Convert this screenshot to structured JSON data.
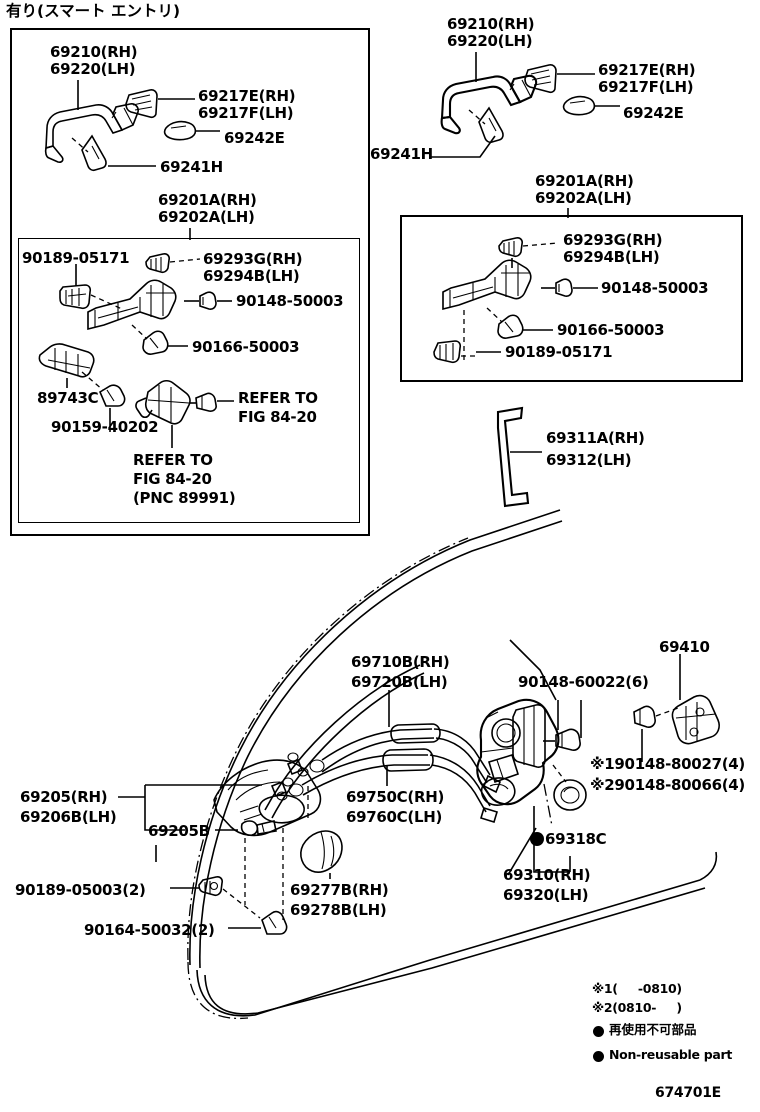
{
  "document": {
    "title": "有り(スマート エントリ)",
    "figure_id": "674701E"
  },
  "panels": {
    "left_outer_label": "",
    "right_outer_label": ""
  },
  "labels": {
    "l_handle_rh": "69210(RH)",
    "l_handle_lh": "69220(LH)",
    "l_cover_rh": "69217E(RH)",
    "l_cover_lh": "69217F(LH)",
    "l_69242e": "69242E",
    "l_69241h": "69241H",
    "l_frame_rh": "69201A(RH)",
    "l_frame_lh": "69202A(LH)",
    "l_90189_05171": "90189-05171",
    "l_69293g": "69293G(RH)",
    "l_69294b": "69294B(LH)",
    "l_90148_50003": "90148-50003",
    "l_90166_50003": "90166-50003",
    "l_89743c": "89743C",
    "l_90159_40202": "90159-40202",
    "l_refer1_a": "REFER TO",
    "l_refer1_b": "FIG 84-20",
    "l_refer2_a": "REFER TO",
    "l_refer2_b": "FIG 84-20",
    "l_refer2_c": "(PNC 89991)",
    "r_handle_rh": "69210(RH)",
    "r_handle_lh": "69220(LH)",
    "r_cover_rh": "69217E(RH)",
    "r_cover_lh": "69217F(LH)",
    "r_69242e": "69242E",
    "r_69241h": "69241H",
    "r_frame_rh": "69201A(RH)",
    "r_frame_lh": "69202A(LH)",
    "r_69293g": "69293G(RH)",
    "r_69294b": "69294B(LH)",
    "r_90148_50003": "90148-50003",
    "r_90166_50003": "90166-50003",
    "r_90189_05171": "90189-05171",
    "rod_rh": "69311A(RH)",
    "rod_lh": "69312(LH)",
    "cable_a_rh": "69710B(RH)",
    "cable_a_lh": "69720B(LH)",
    "cable_b_rh": "69750C(RH)",
    "cable_b_lh": "69760C(LH)",
    "screw_90148_60022": "90148-60022(6)",
    "bracket_69410": "69410",
    "star1_screw": "※190148-80027(4)",
    "star2_screw": "※290148-80066(4)",
    "grommet_69318c": "69318C",
    "latch_rh": "69310(RH)",
    "latch_lh": "69320(LH)",
    "inner_handle_rh": "69205(RH)",
    "inner_handle_lh": "69206B(LH)",
    "inner_bezel": "69205B",
    "clip_90189_05003": "90189-05003(2)",
    "screw_90164_50032": "90164-50032(2)",
    "cover_rh_69277b": "69277B(RH)",
    "cover_lh_69278b": "69278B(LH)"
  },
  "legend": {
    "note1": "※1(     -0810)",
    "note2": "※2(0810-     )",
    "nonreuse_jp": "再使用不可部品",
    "nonreuse_en": "Non-reusable part"
  }
}
